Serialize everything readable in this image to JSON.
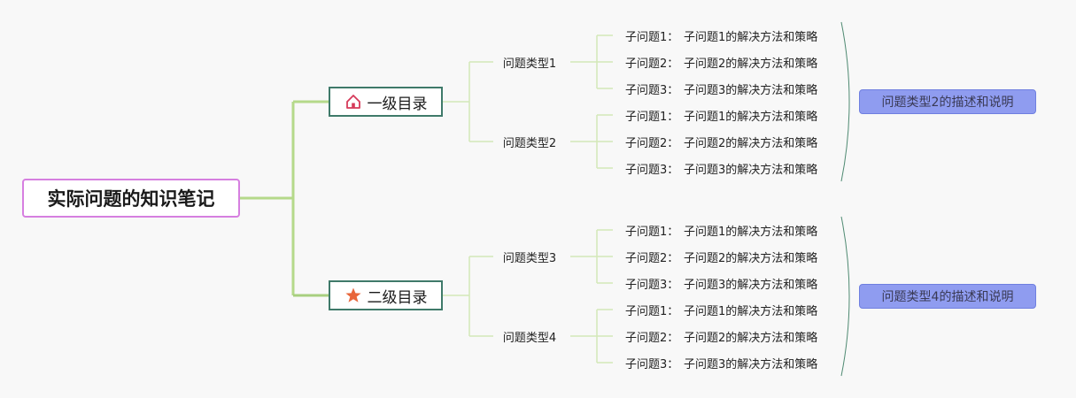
{
  "root": {
    "label": "实际问题的知识笔记"
  },
  "sections": [
    {
      "label": "一级目录",
      "icon": "home-icon",
      "note": "问题类型2的描述和说明",
      "types": [
        {
          "label": "问题类型1",
          "subs": [
            {
              "label": "子问题1：",
              "desc": "子问题1的解决方法和策略"
            },
            {
              "label": "子问题2：",
              "desc": "子问题2的解决方法和策略"
            },
            {
              "label": "子问题3：",
              "desc": "子问题3的解决方法和策略"
            }
          ]
        },
        {
          "label": "问题类型2",
          "subs": [
            {
              "label": "子问题1：",
              "desc": "子问题1的解决方法和策略"
            },
            {
              "label": "子问题2：",
              "desc": "子问题2的解决方法和策略"
            },
            {
              "label": "子问题3：",
              "desc": "子问题3的解决方法和策略"
            }
          ]
        }
      ]
    },
    {
      "label": "二级目录",
      "icon": "star-icon",
      "note": "问题类型4的描述和说明",
      "types": [
        {
          "label": "问题类型3",
          "subs": [
            {
              "label": "子问题1：",
              "desc": "子问题1的解决方法和策略"
            },
            {
              "label": "子问题2：",
              "desc": "子问题2的解决方法和策略"
            },
            {
              "label": "子问题3：",
              "desc": "子问题3的解决方法和策略"
            }
          ]
        },
        {
          "label": "问题类型4",
          "subs": [
            {
              "label": "子问题1：",
              "desc": "子问题1的解决方法和策略"
            },
            {
              "label": "子问题2：",
              "desc": "子问题2的解决方法和策略"
            },
            {
              "label": "子问题3：",
              "desc": "子问题3的解决方法和策略"
            }
          ]
        }
      ]
    }
  ],
  "colors": {
    "root_border": "#d67fe0",
    "section_border": "#3f7a6a",
    "trunk_line": "#b5d98a",
    "branch_line": "#d3e8b8",
    "brace_line": "#4f8a72",
    "note_fill": "#8f9cf0",
    "home_icon": "#d63a5a",
    "star_icon": "#e8663a"
  }
}
